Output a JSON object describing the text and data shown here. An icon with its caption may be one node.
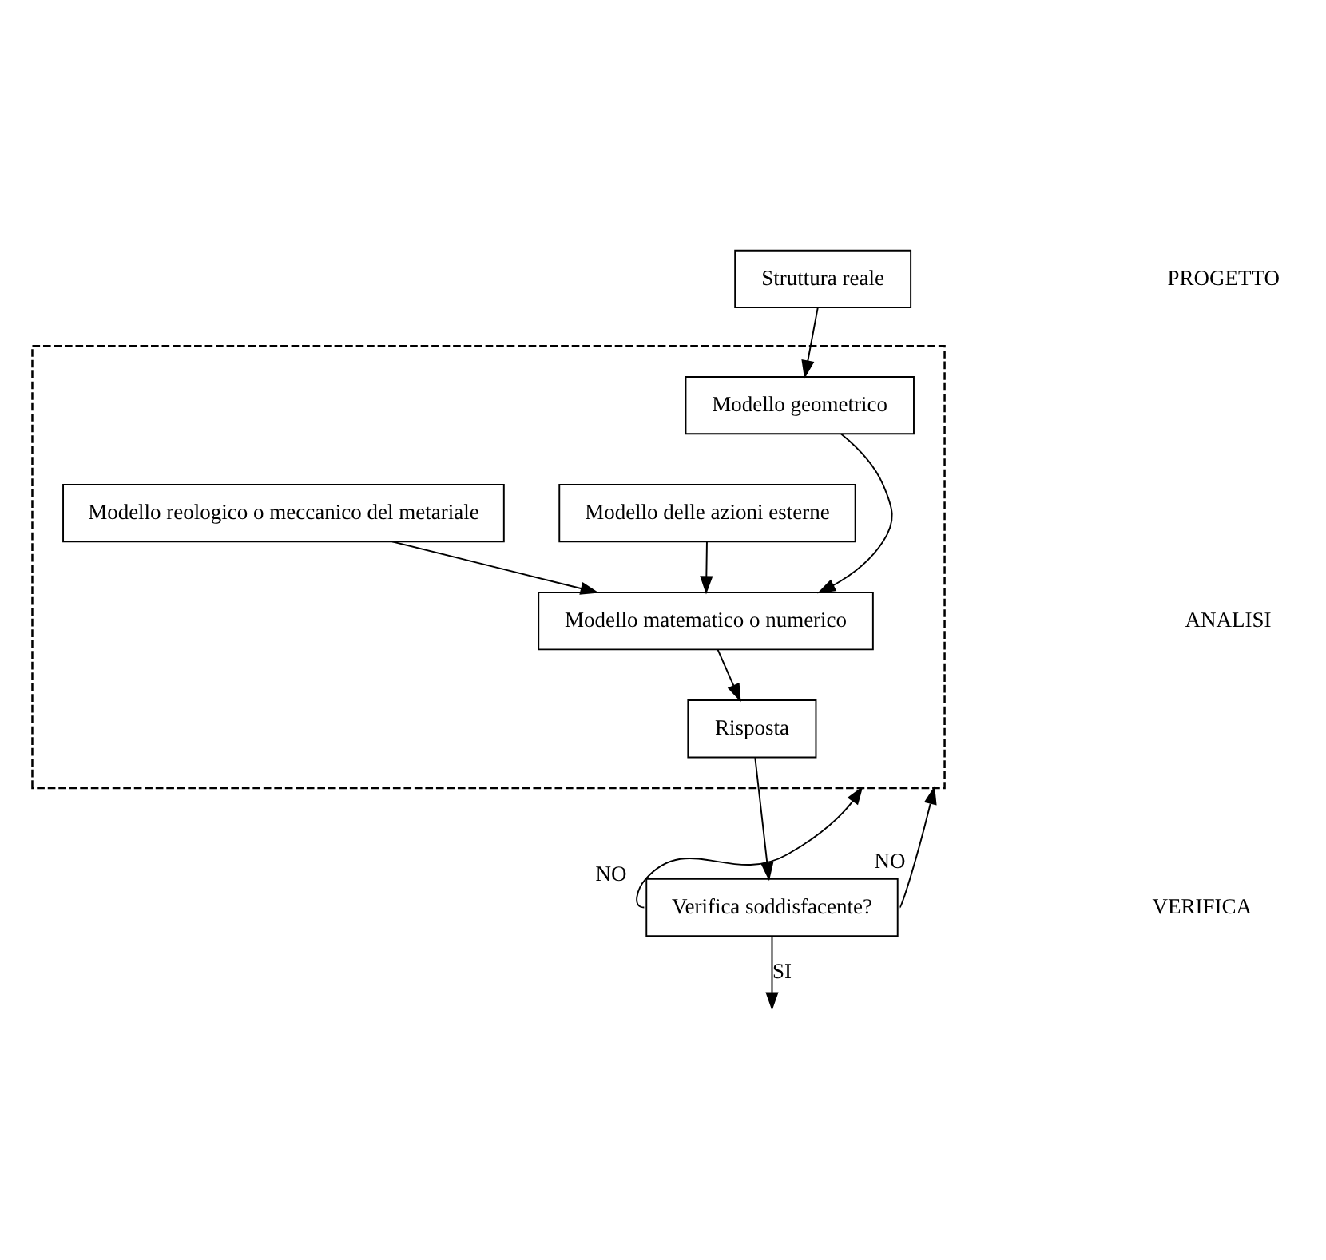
{
  "diagram": {
    "nodes": [
      {
        "text": [
          "Struttura reale"
        ]
      },
      {
        "text": [],
        "shape": "box"
      },
      {
        "text": [
          "Modello geometrico"
        ],
        "in": 1
      },
      {
        "text": [
          "Modello delle azioni esterne"
        ],
        "in": 1
      },
      {
        "text": [
          "Modello reologico o meccanico del metariale"
        ],
        "in": 1
      },
      {
        "text": [
          "Modello matematico o numerico"
        ],
        "in": 1
      },
      {
        "text": [
          "Risposta"
        ],
        "in": 1
      },
      {
        "text": [
          "Verifica soddisfacente?"
        ]
      }
    ],
    "edges": [
      {
        "from": 0,
        "to": 2,
        "arrow": "to"
      },
      {
        "from": 2,
        "to": 5,
        "arrow": "to"
      },
      {
        "from": 3,
        "to": 5,
        "arrow": "to"
      },
      {
        "from": 4,
        "to": 5,
        "arrow": "to"
      },
      {
        "from": 5,
        "to": 6,
        "arrow": "to"
      },
      {
        "from": 6,
        "to": 7,
        "arrow": "to"
      },
      {
        "from": 7,
        "to": 1,
        "arrow": "to",
        "label": "NO"
      },
      {
        "from": 7,
        "to": 1,
        "arrow": "to",
        "label": "NO"
      },
      {
        "from": 7,
        "to": null,
        "arrow": "to",
        "label": "SI"
      }
    ],
    "labels": [
      "PROGETTO",
      "ANALISI",
      "VERIFICA"
    ]
  }
}
